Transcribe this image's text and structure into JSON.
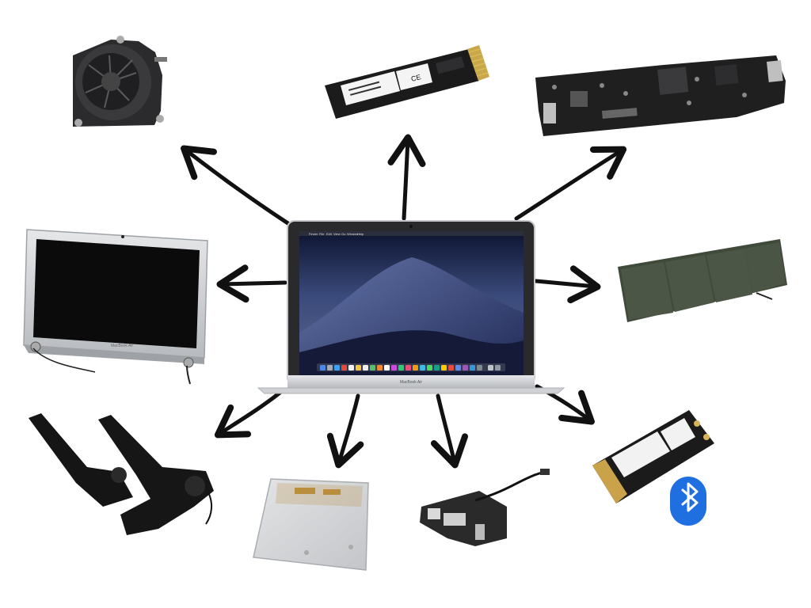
{
  "diagram": {
    "center": {
      "device": "MacBook Air",
      "menu_items": [
        "Finder",
        "File",
        "Edit",
        "View",
        "Go",
        "Window",
        "Help"
      ]
    },
    "parts": [
      {
        "id": "cooling-fan"
      },
      {
        "id": "ssd-card",
        "ce_mark": "CE"
      },
      {
        "id": "logic-board"
      },
      {
        "id": "display-assembly",
        "device_label": "MacBook Air"
      },
      {
        "id": "battery"
      },
      {
        "id": "speakers"
      },
      {
        "id": "trackpad"
      },
      {
        "id": "io-board"
      },
      {
        "id": "airport-card",
        "icon": "bluetooth-icon"
      }
    ],
    "colors": {
      "arrow": "#111111",
      "bluetooth": "#1f6fe0",
      "board": "#1f1f1f",
      "battery": "#3f4a3a",
      "aluminum": "#c9ccd0"
    }
  }
}
